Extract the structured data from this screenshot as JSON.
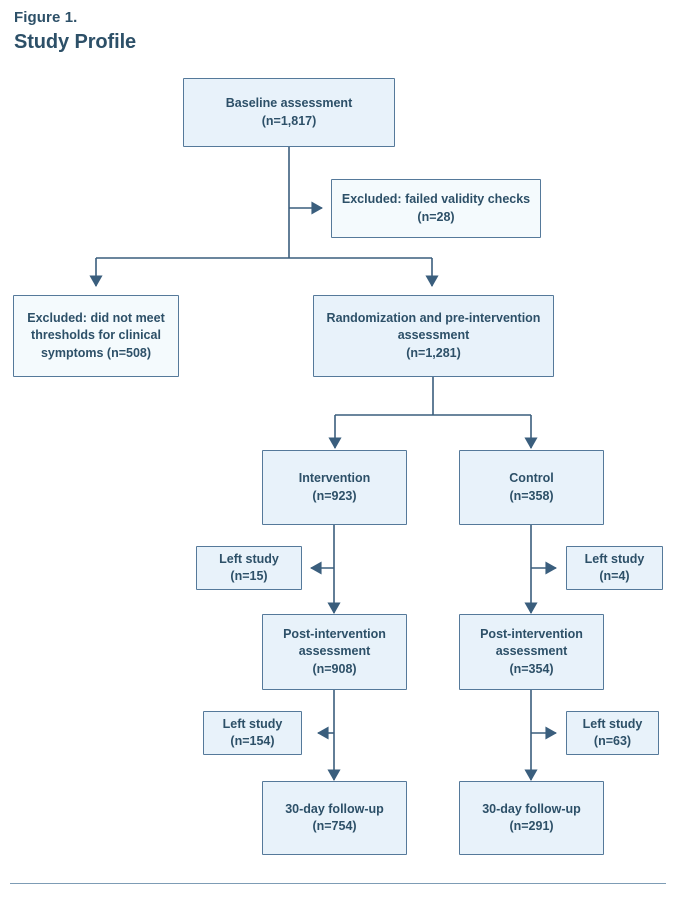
{
  "figure": {
    "label": "Figure 1.",
    "title": "Study Profile"
  },
  "colors": {
    "text": "#2d5068",
    "box_border": "#55799a",
    "box_fill": "#e8f2fa",
    "box_fill_pale": "#f4fafd",
    "connector": "#3a5e7d",
    "footer_rule": "#7d9cb5",
    "page_background": "#ffffff"
  },
  "diagram_data": {
    "type": "flowchart",
    "title": "Study Profile",
    "orientation": "top-down",
    "nodes": [
      {
        "id": "baseline",
        "label": "Baseline assessment\n(n=1,817)",
        "text": "Baseline assessment",
        "n": 1817,
        "n_text": "(n=1,817)",
        "style": "filled",
        "column": "center"
      },
      {
        "id": "excluded-validity",
        "label": "Excluded: failed validity checks\n(n=28)",
        "text": "Excluded: failed validity checks",
        "n": 28,
        "n_text": "(n=28)",
        "style": "pale",
        "column": "right"
      },
      {
        "id": "excluded-thresholds",
        "label": "Excluded: did not meet thresholds for clinical symptoms (n=508)",
        "text": "Excluded: did not meet thresholds for clinical symptoms (n=508)",
        "n": 508,
        "n_text": "(n=508)",
        "style": "pale",
        "column": "left"
      },
      {
        "id": "randomization",
        "label": "Randomization and pre-intervention assessment\n(n=1,281)",
        "text": "Randomization and pre-intervention assessment",
        "n": 1281,
        "n_text": "(n=1,281)",
        "style": "filled",
        "column": "center"
      },
      {
        "id": "intervention",
        "label": "Intervention\n(n=923)",
        "text": "Intervention",
        "n": 923,
        "n_text": "(n=923)",
        "style": "filled",
        "column": "intervention"
      },
      {
        "id": "control",
        "label": "Control\n(n=358)",
        "text": "Control",
        "n": 358,
        "n_text": "(n=358)",
        "style": "filled",
        "column": "control"
      },
      {
        "id": "left-study-int-1",
        "label": "Left study\n(n=15)",
        "text": "Left study",
        "n": 15,
        "n_text": "(n=15)",
        "style": "filled",
        "column": "intervention-side"
      },
      {
        "id": "left-study-ctl-1",
        "label": "Left study\n(n=4)",
        "text": "Left study",
        "n": 4,
        "n_text": "(n=4)",
        "style": "filled",
        "column": "control-side"
      },
      {
        "id": "post-intervention-int",
        "label": "Post-intervention assessment\n(n=908)",
        "text": "Post-intervention assessment",
        "n": 908,
        "n_text": "(n=908)",
        "style": "filled",
        "column": "intervention"
      },
      {
        "id": "post-intervention-ctl",
        "label": "Post-intervention assessment\n(n=354)",
        "text": "Post-intervention assessment",
        "n": 354,
        "n_text": "(n=354)",
        "style": "filled",
        "column": "control"
      },
      {
        "id": "left-study-int-2",
        "label": "Left study\n(n=154)",
        "text": "Left study",
        "n": 154,
        "n_text": "(n=154)",
        "style": "filled",
        "column": "intervention-side"
      },
      {
        "id": "left-study-ctl-2",
        "label": "Left study\n(n=63)",
        "text": "Left study",
        "n": 63,
        "n_text": "(n=63)",
        "style": "filled",
        "column": "control-side"
      },
      {
        "id": "followup-int",
        "label": "30-day follow-up\n(n=754)",
        "text": "30-day follow-up",
        "n": 754,
        "n_text": "(n=754)",
        "style": "filled",
        "column": "intervention"
      },
      {
        "id": "followup-ctl",
        "label": "30-day follow-up\n(n=291)",
        "text": "30-day follow-up",
        "n": 291,
        "n_text": "(n=291)",
        "style": "filled",
        "column": "control"
      }
    ],
    "edges": [
      {
        "from": "baseline",
        "to": "excluded-validity",
        "type": "branch-right"
      },
      {
        "from": "baseline",
        "to": "excluded-thresholds",
        "type": "branch-left"
      },
      {
        "from": "baseline",
        "to": "randomization",
        "type": "branch-down"
      },
      {
        "from": "randomization",
        "to": "intervention",
        "type": "branch-left"
      },
      {
        "from": "randomization",
        "to": "control",
        "type": "branch-right"
      },
      {
        "from": "intervention",
        "to": "left-study-int-1",
        "type": "branch-left"
      },
      {
        "from": "intervention",
        "to": "post-intervention-int",
        "type": "down"
      },
      {
        "from": "control",
        "to": "left-study-ctl-1",
        "type": "branch-right"
      },
      {
        "from": "control",
        "to": "post-intervention-ctl",
        "type": "down"
      },
      {
        "from": "post-intervention-int",
        "to": "left-study-int-2",
        "type": "branch-left"
      },
      {
        "from": "post-intervention-int",
        "to": "followup-int",
        "type": "down"
      },
      {
        "from": "post-intervention-ctl",
        "to": "left-study-ctl-2",
        "type": "branch-right"
      },
      {
        "from": "post-intervention-ctl",
        "to": "followup-ctl",
        "type": "down"
      }
    ]
  }
}
